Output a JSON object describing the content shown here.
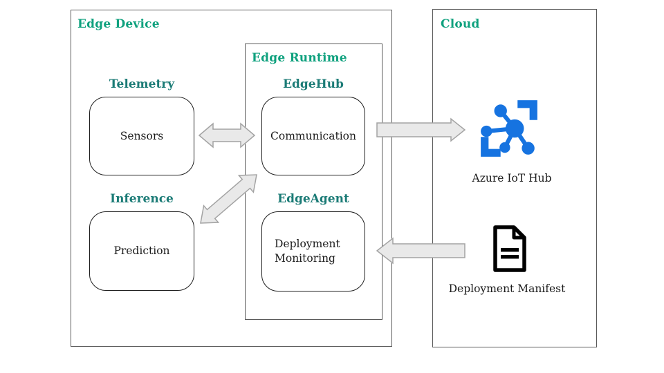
{
  "edge_device": {
    "title": "Edge Device",
    "groups": [
      {
        "title": "Telemetry",
        "module": "Sensors"
      },
      {
        "title": "Inference",
        "module": "Prediction"
      }
    ]
  },
  "edge_runtime": {
    "title": "Edge Runtime",
    "groups": [
      {
        "title": "EdgeHub",
        "module": "Communication"
      },
      {
        "title": "EdgeAgent",
        "module": "Deployment Monitoring"
      }
    ]
  },
  "cloud": {
    "title": "Cloud",
    "items": [
      {
        "label": "Azure IoT Hub",
        "icon": "azure-iot-hub-icon"
      },
      {
        "label": "Deployment Manifest",
        "icon": "document-icon"
      }
    ]
  },
  "arrows": [
    {
      "name": "sensors-communication",
      "type": "double",
      "direction": "horizontal"
    },
    {
      "name": "prediction-edgehub",
      "type": "double",
      "direction": "diagonal"
    },
    {
      "name": "edgeruntime-to-iothub",
      "type": "single",
      "direction": "right"
    },
    {
      "name": "manifest-to-edgeagent",
      "type": "single",
      "direction": "left"
    }
  ],
  "colors": {
    "container_title": "#0fa17e",
    "module_title": "#1b7b76",
    "azure_blue": "#1673e0",
    "arrow_fill": "#e9e9e9",
    "arrow_stroke": "#a3a3a3",
    "box_border": "#595959",
    "module_border": "#1f1f1f"
  }
}
